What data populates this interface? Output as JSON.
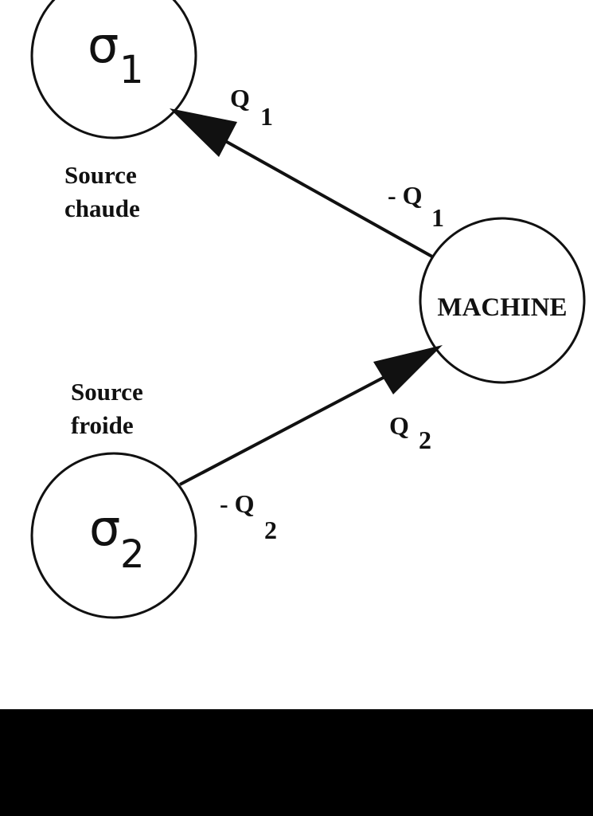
{
  "nodes": {
    "hot": {
      "symbol": "σ",
      "subscript": "1",
      "label_line1": "Source",
      "label_line2": "chaude"
    },
    "cold": {
      "symbol": "σ",
      "subscript": "2",
      "label_line1": "Source",
      "label_line2": "froide"
    },
    "machine": {
      "label": "MACHINE"
    }
  },
  "edges": {
    "to_hot": {
      "label_at_target": "Q",
      "label_at_target_sub": "1",
      "label_at_source": "- Q",
      "label_at_source_sub": "1"
    },
    "from_cold": {
      "label_at_target": "Q",
      "label_at_target_sub": "2",
      "label_at_source": "- Q",
      "label_at_source_sub": "2"
    }
  },
  "colors": {
    "background": "#ffffff",
    "stroke": "#111111",
    "bottom_bar": "#000000"
  }
}
